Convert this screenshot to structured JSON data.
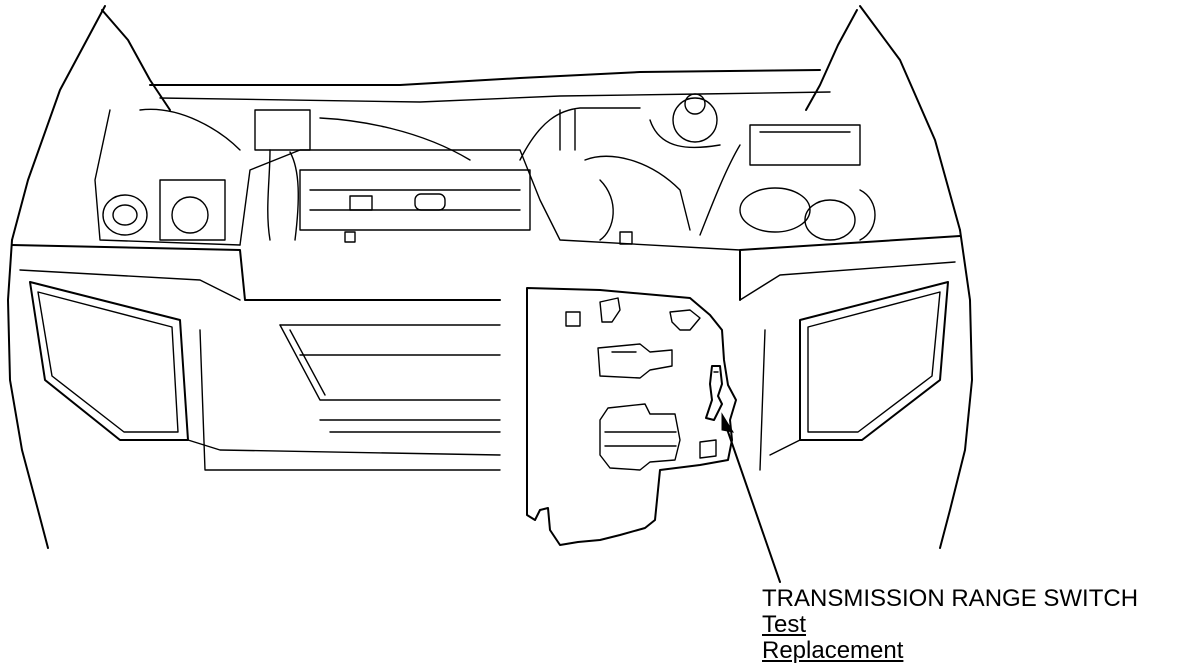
{
  "callout": {
    "component": "TRANSMISSION RANGE SWITCH",
    "links": [
      "Test",
      "Replacement"
    ]
  }
}
